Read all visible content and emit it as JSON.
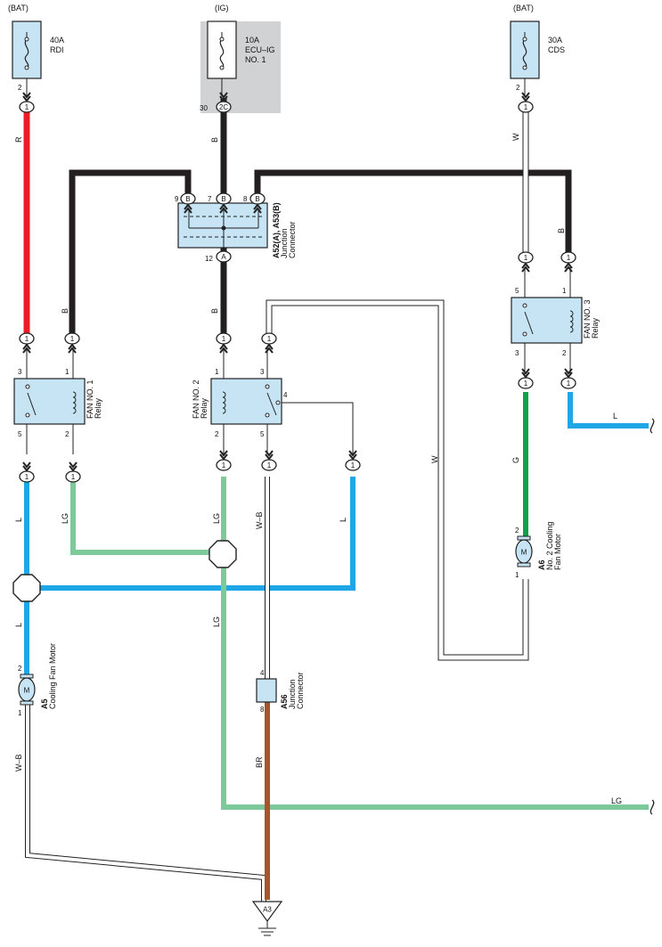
{
  "colors": {
    "R": "#ee1c25",
    "B": "#231f20",
    "L": "#1fa6e6",
    "LG": "#7dc99a",
    "G": "#0fa14c",
    "BR": "#a9552b",
    "W": "#ffffff",
    "component_fill": "#c6e4f4",
    "ig_box": "#d1d2d4"
  },
  "sources": {
    "bat1": "(BAT)",
    "ig": "(IG)",
    "bat2": "(BAT)"
  },
  "fuses": {
    "rdi": {
      "l1": "40A",
      "l2": "RDI",
      "l3": ""
    },
    "ecu_ig": {
      "l1": "10A",
      "l2": "ECU–IG",
      "l3": "NO. 1"
    },
    "cds": {
      "l1": "30A",
      "l2": "CDS",
      "l3": ""
    }
  },
  "junction_a52": {
    "l1": "A52(A), A53(B)",
    "l2": "Junction",
    "l3": "Connector"
  },
  "junction_a56": {
    "l1": "A56",
    "l2": "Junction",
    "l3": "Connector"
  },
  "relays": {
    "fan1": {
      "l1": "FAN NO. 1",
      "l2": "Relay"
    },
    "fan2": {
      "l1": "FAN NO. 2",
      "l2": "Relay"
    },
    "fan3": {
      "l1": "FAN NO. 3",
      "l2": "Relay"
    }
  },
  "motors": {
    "a5": {
      "code": "A5",
      "name": "Cooling Fan Motor",
      "sym": "M"
    },
    "a6": {
      "code": "A6",
      "name1": "No. 2 Cooling",
      "name2": "Fan Motor",
      "sym": "M"
    }
  },
  "ground": {
    "code": "A3"
  },
  "wire_labels": {
    "r": "R",
    "b1": "B",
    "b2": "B",
    "b3": "B",
    "b4": "B",
    "w1": "W",
    "w2": "W",
    "lg1": "LG",
    "lg2": "LG",
    "lg3": "LG",
    "lg4": "LG",
    "l1": "L",
    "l2": "L",
    "l3": "L",
    "l4": "L",
    "wb1": "W–B",
    "wb2": "W–B",
    "g": "G",
    "br": "BR"
  },
  "pins": {
    "p2": "2",
    "p30": "30",
    "p2c": "2C",
    "p2b": "2",
    "p9": "9",
    "p7": "7",
    "p8": "8",
    "p12": "12",
    "pB": "B",
    "pA": "A",
    "p1": "1",
    "f1_3": "3",
    "f1_1": "1",
    "f1_5": "5",
    "f1_2": "2",
    "f2_1": "1",
    "f2_3": "3",
    "f2_4": "4",
    "f2_2": "2",
    "f2_5": "5",
    "f3_5": "5",
    "f3_1": "1",
    "f3_3": "3",
    "f3_2": "2",
    "m6_2": "2",
    "m6_1": "1",
    "m5_2": "2",
    "m5_1": "1",
    "a56_4": "4",
    "a56_8": "8"
  }
}
